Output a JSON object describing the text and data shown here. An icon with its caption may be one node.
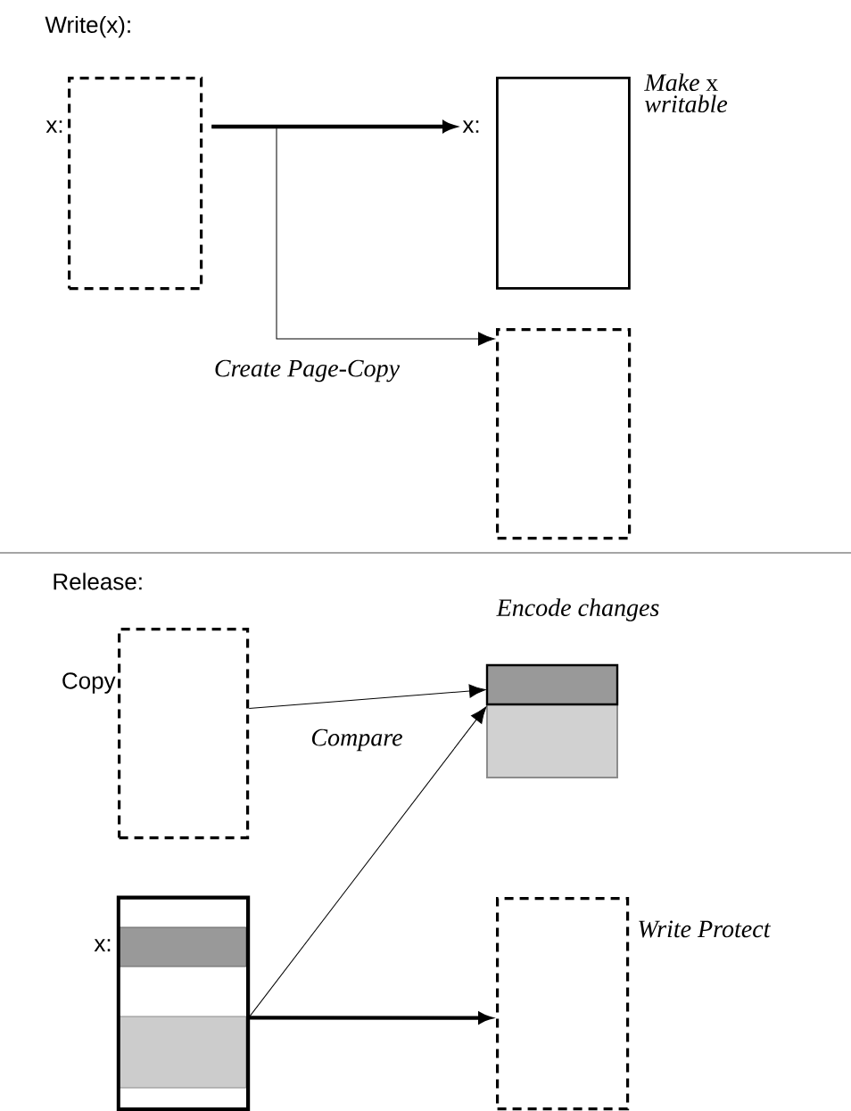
{
  "diagram": {
    "nodes": [
      {
        "text": [],
        "shape": "box",
        "beside": [
          "x:"
        ]
      },
      {
        "text": [],
        "shape": "box",
        "beside": [
          "x:",
          "*Make* x *writable*"
        ]
      },
      {
        "text": [],
        "shape": "box"
      },
      {
        "text": [],
        "shape": "box",
        "beside": [
          "Copy"
        ]
      },
      {
        "text": [],
        "shape": "box",
        "beside": [
          "Encode changes"
        ]
      },
      {
        "text": [],
        "shape": "box",
        "beside": [
          "x:"
        ]
      },
      {
        "text": [],
        "shape": "box",
        "beside": [
          "Write Protect"
        ]
      }
    ],
    "edges": [
      {
        "from": 0,
        "to": 1,
        "arrow": "to",
        "style": "thick"
      },
      {
        "from": 0,
        "to": 2,
        "arrow": "to",
        "label": "Create Page-Copy"
      },
      {
        "from": 3,
        "to": 4,
        "arrow": "to",
        "label": "Compare"
      },
      {
        "from": 5,
        "to": 4,
        "arrow": "to"
      },
      {
        "from": 5,
        "to": 6,
        "arrow": "to",
        "style": "thick"
      }
    ],
    "labels": [
      "Write(x):",
      "Release:"
    ]
  }
}
